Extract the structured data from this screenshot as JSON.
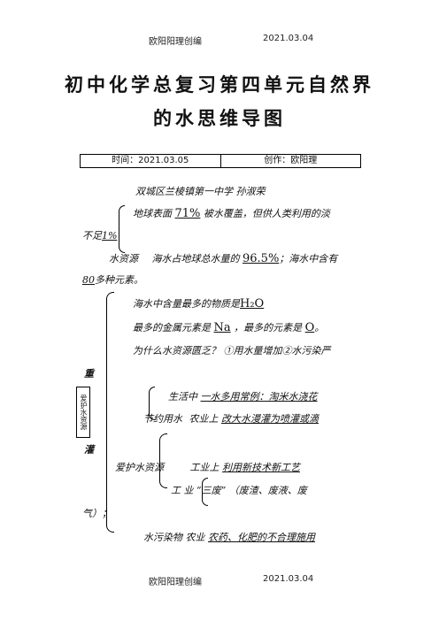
{
  "header": {
    "left": "欧阳阳理创编",
    "right": "2021.03.04"
  },
  "footer": {
    "left": "欧阳阳理创编",
    "right": "2021.03.04"
  },
  "title": {
    "line1": "初中化学总复习第四单元自然界",
    "line2": "的水思维导图"
  },
  "meta": {
    "time": "时间：2021.03.05",
    "author": "创作：欧阳理"
  },
  "byline": "双城区兰棱镇第一中学 孙淑荣",
  "lines": {
    "l1_pre": "地球表面",
    "l1_val": "71%",
    "l1_post": "被水覆盖，但供人类利用的淡",
    "l2_pre": "不足",
    "l2_val": "1%",
    "l3_pre": "水资源",
    "l3_mid": "海水占地球总水量的",
    "l3_val": "96.5%",
    "l3_post": "；海水中含有",
    "l4_val": "80",
    "l4_post": "多种元素。",
    "l5_pre": "海水中含量最多的物质是",
    "l5_val": "H₂O",
    "l6_pre": "最多的金属元素是",
    "l6_val1": "Na",
    "l6_mid": "，最多的元素是",
    "l6_val2": "O",
    "l6_post": "。",
    "l7": "为什么水资源匮乏？ ①用水量增加②水污染严",
    "l8_char": "重",
    "l9_pre": "生活中",
    "l9_val": "一水多用常例：淘米水浇花",
    "l10_pre": "节约用水",
    "l10_mid": "农业上",
    "l10_val": "改大水漫灌为喷灌或滴",
    "l11_char": "灌",
    "l12_pre": "爱护水资源",
    "l12_mid": "工业上",
    "l12_val": "利用新技术新工艺",
    "l13": "工 业 “三废” （废渣、废液、废",
    "l14": "气）；",
    "l15_pre": "水污染物 农业",
    "l15_val": "农药、化肥的不合理施用"
  },
  "side_box": "爱护水资源"
}
